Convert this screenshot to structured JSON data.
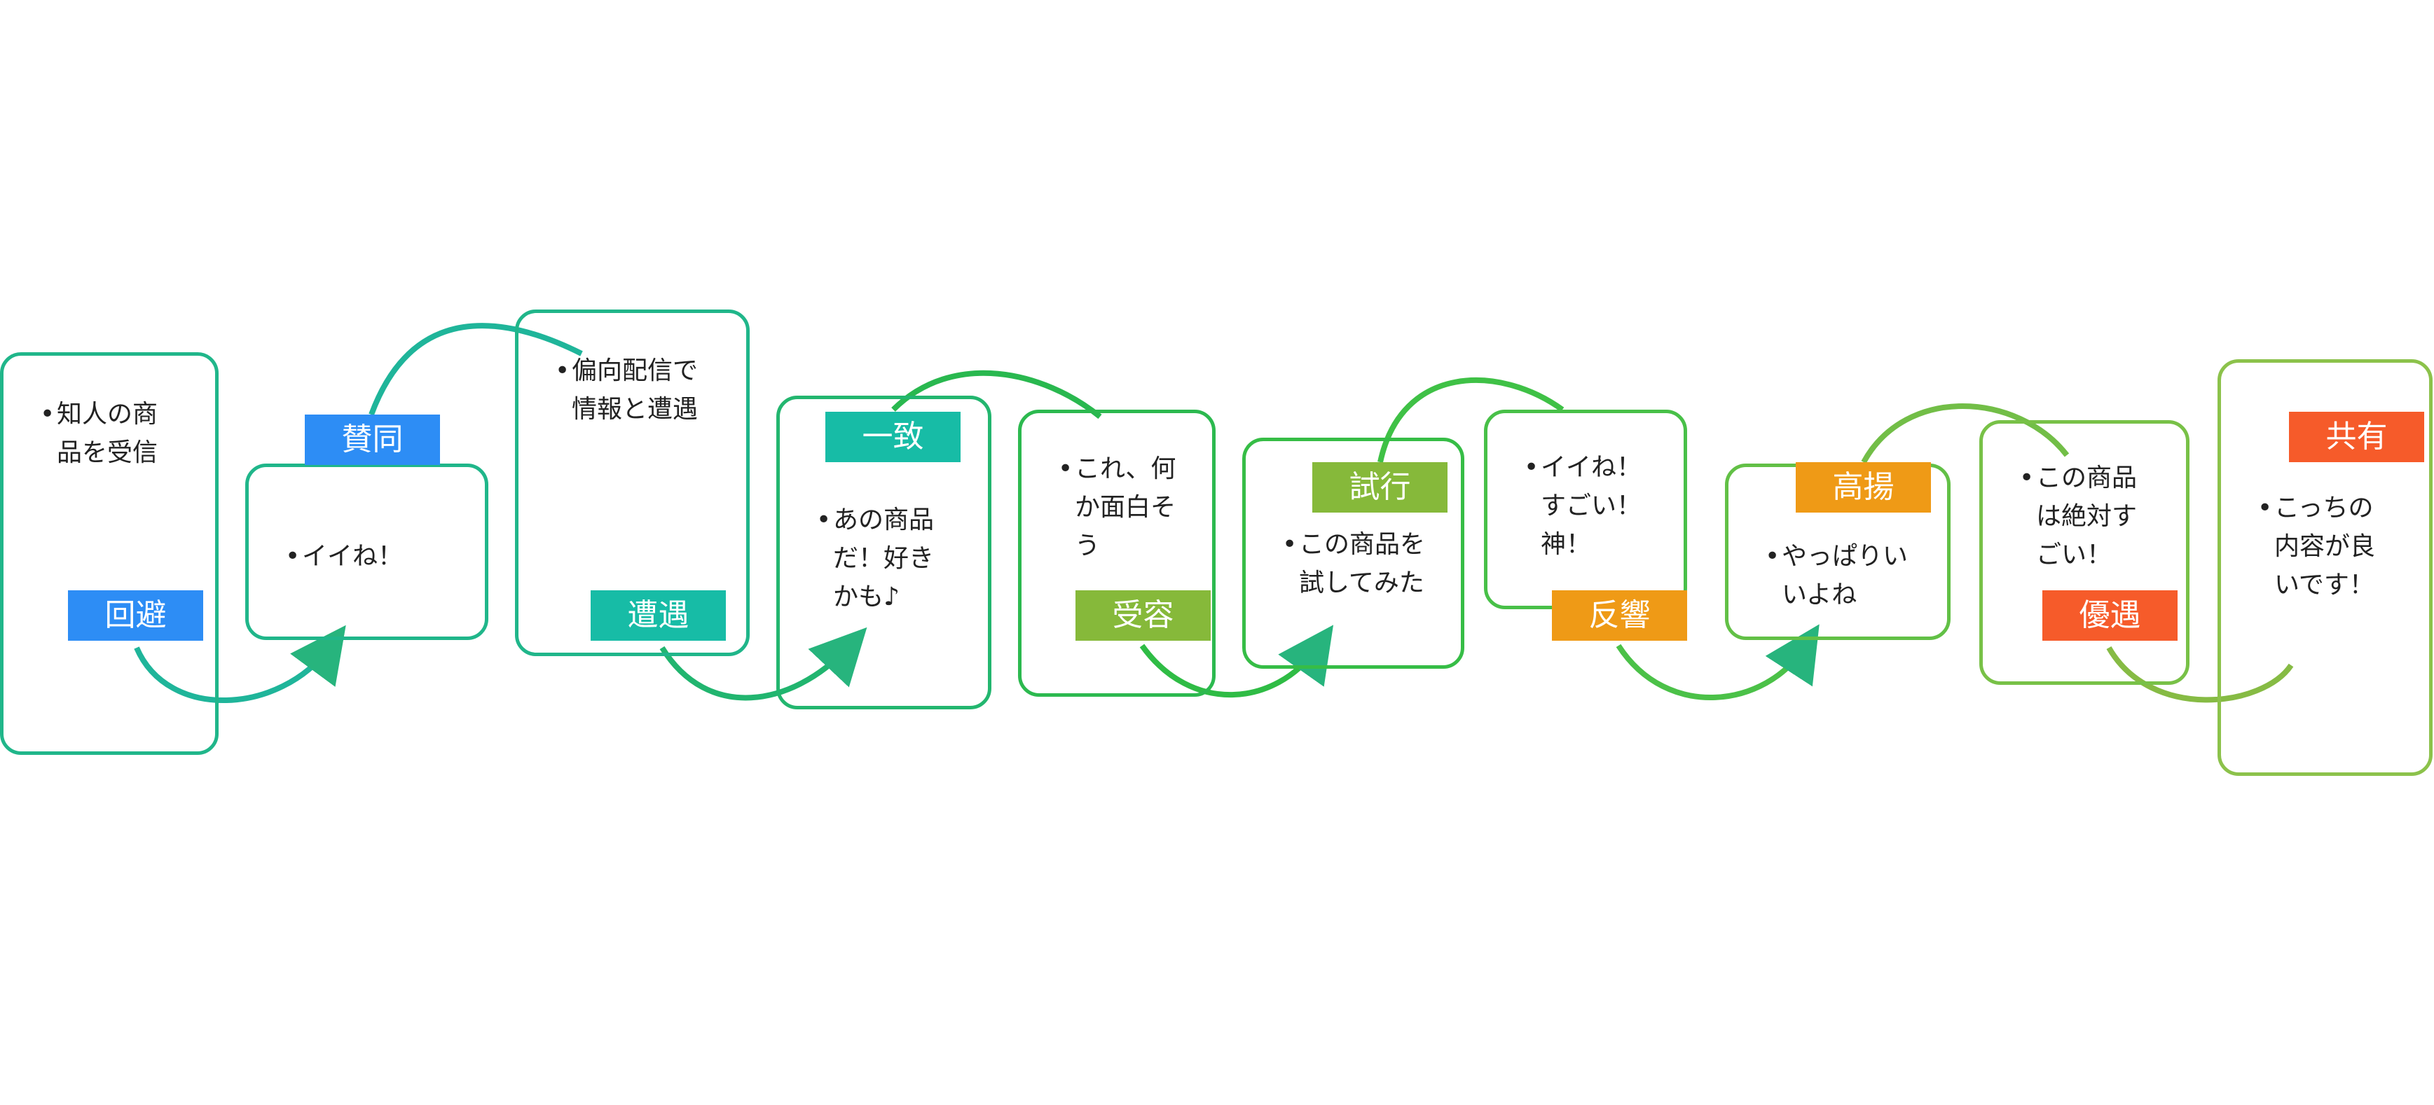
{
  "colors": {
    "blue": "#2d8df5",
    "teal": "#17bca6",
    "green": "#86b93a",
    "orange": "#ef9a16",
    "red_orange": "#f65b2a",
    "outline_teal": "#20b68a",
    "outline_green": "#3fbf4a",
    "outline_lime": "#8cc24b"
  },
  "steps": [
    {
      "text": "知人の商\n品を受信",
      "label": "回避",
      "label_color": "blue"
    },
    {
      "text": "イイね！",
      "label": "賛同",
      "label_color": "blue"
    },
    {
      "text": "偏向配信で\n情報と遭遇",
      "label": "遭遇",
      "label_color": "teal"
    },
    {
      "text": "あの商品\nだ！好き\nかも♪",
      "label": "一致",
      "label_color": "teal"
    },
    {
      "text": "これ、何\nか面白そ\nう",
      "label": "受容",
      "label_color": "green"
    },
    {
      "text": "この商品を\n試してみた",
      "label": "試行",
      "label_color": "green"
    },
    {
      "text": "イイね！\nすごい！\n神！",
      "label": "反響",
      "label_color": "orange"
    },
    {
      "text": "やっぱりい\nいよね",
      "label": "高揚",
      "label_color": "orange"
    },
    {
      "text": "この商品\nは絶対す\nごい！",
      "label": "優遇",
      "label_color": "red_orange"
    },
    {
      "text": "こっちの\n内容が良\nいです！",
      "label": "共有",
      "label_color": "red_orange"
    }
  ]
}
